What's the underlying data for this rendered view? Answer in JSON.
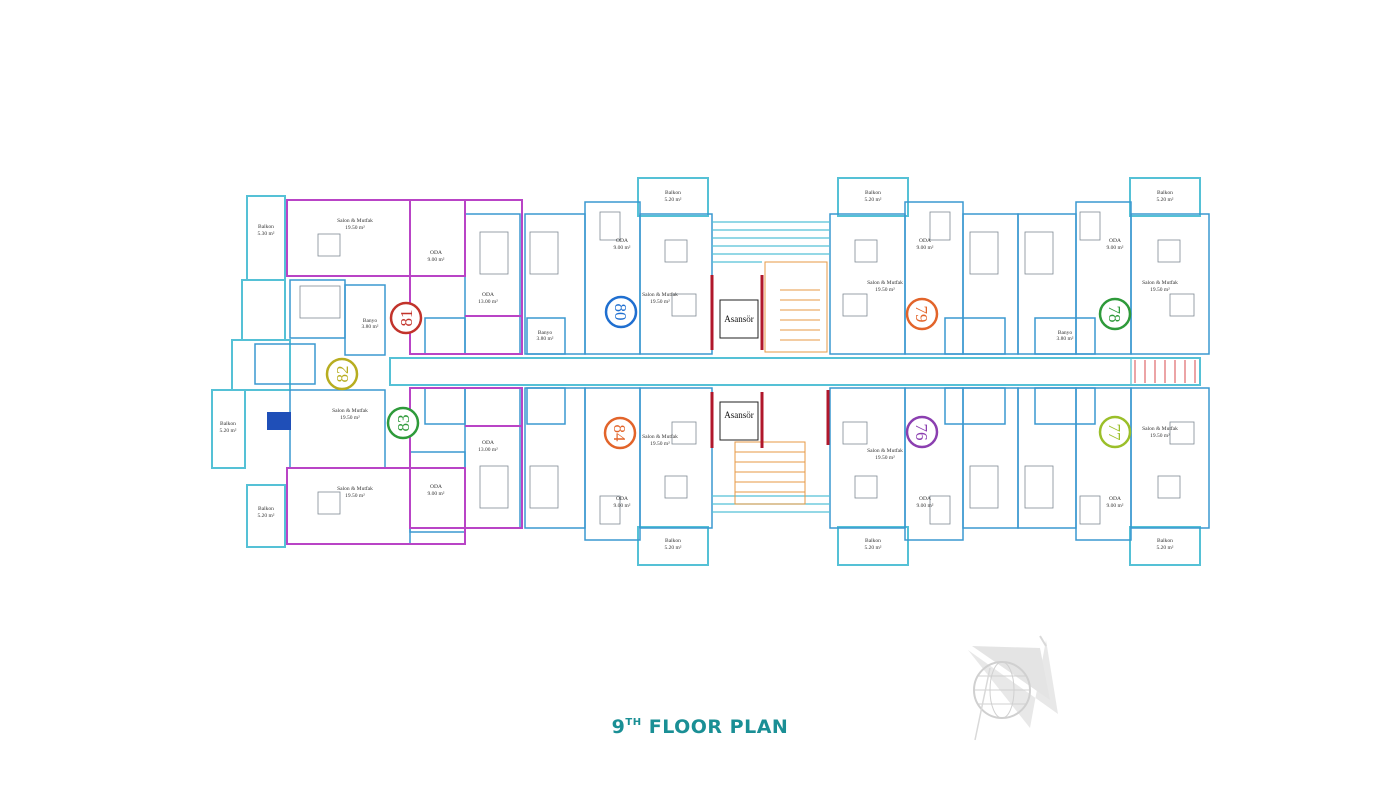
{
  "title": {
    "number": "9",
    "suffix": "TH",
    "text": "FLOOR PLAN"
  },
  "colors": {
    "outer_wall": "#55c1d6",
    "inner_wall": "#3a98d0",
    "apartment_border": "#b944c6",
    "core_wall": "#b0172b",
    "stair": "#e79a44",
    "title": "#1a8f95"
  },
  "units": [
    {
      "number": "76",
      "color": "#8b3fb0"
    },
    {
      "number": "77",
      "color": "#9bbf2a"
    },
    {
      "number": "78",
      "color": "#2e9a3a"
    },
    {
      "number": "79",
      "color": "#e2642a"
    },
    {
      "number": "80",
      "color": "#1f6fd0"
    },
    {
      "number": "81",
      "color": "#c2332b"
    },
    {
      "number": "82",
      "color": "#b7ad20"
    },
    {
      "number": "83",
      "color": "#2e9a3a"
    },
    {
      "number": "84",
      "color": "#e2642a"
    }
  ],
  "elevators": [
    "Asansör",
    "Asansör"
  ],
  "room_labels": {
    "balcony": "Balkon",
    "balcony_area": "5.20 m²",
    "balcony_area_alt": "5.30 m²",
    "bedroom": "ODA",
    "bedroom_area": "9.00 m²",
    "bedroom_area_large": "13.00 m²",
    "living": "Salon & Mutfak",
    "living_area": "19.50 m²",
    "bath": "Banyo",
    "bath_area": "3.80 m²"
  },
  "icons": [
    "compass-rose-icon"
  ]
}
